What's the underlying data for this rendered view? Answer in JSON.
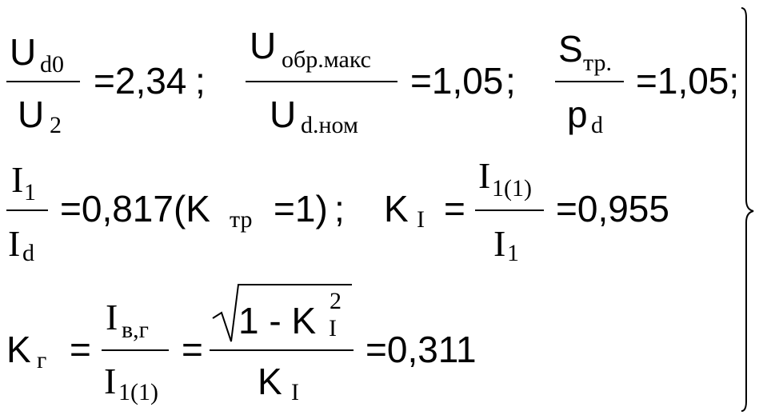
{
  "formula_1": {
    "num_main": "U",
    "num_sub": "d0",
    "den_main": "U",
    "den_sub": "2",
    "result": "=2,34",
    "sep": ";"
  },
  "formula_2": {
    "num_main": "U",
    "num_sub": "обр.макс",
    "den_main": "U",
    "den_sub": "d.ном",
    "result": "=1,05",
    "sep": ";"
  },
  "formula_3": {
    "num_main": "S",
    "num_sub": "тр.",
    "den_main": "p",
    "den_sub": "d",
    "result": "=1,05;"
  },
  "formula_4": {
    "num_main": "I",
    "num_sub": "1",
    "den_main": "I",
    "den_sub": "d",
    "result_pre": "=0,817(K",
    "result_sub": "тр",
    "result_post": "=1)",
    "sep": ";"
  },
  "formula_5": {
    "lhs_main": "K",
    "lhs_sub": "I",
    "eq": "=",
    "num_main": "I",
    "num_sub": "1(1)",
    "den_main": "I",
    "den_sub": "1",
    "result": "=0,955"
  },
  "formula_6": {
    "lhs_main": "K",
    "lhs_sub": "г",
    "eq1": "=",
    "num1_main": "I",
    "num1_sub": "в,г",
    "den1_main": "I",
    "den1_sub": "1(1)",
    "eq2": "=",
    "sqrt_text": "1 -  K",
    "sqrt_sub": "I",
    "sqrt_sup": "2",
    "den2_main": "K",
    "den2_sub": "I",
    "result": "=0,311"
  }
}
